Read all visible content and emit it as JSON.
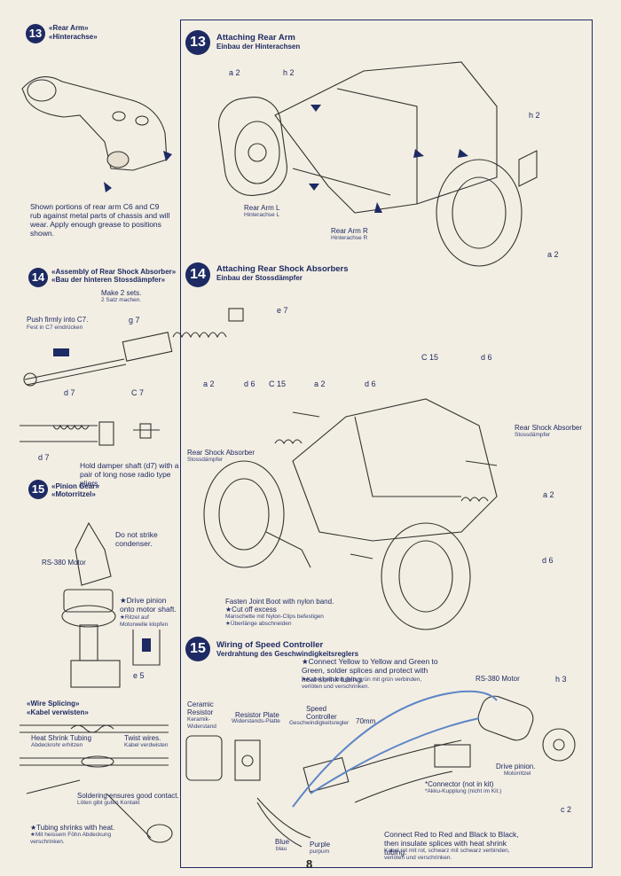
{
  "page_number": "8",
  "left": {
    "s13": {
      "num": "13",
      "title": "«Rear Arm»",
      "subtitle": "«Hinterachse»",
      "note": "Shown portions of rear arm C6 and C9 rub against metal parts of chassis and will wear. Apply enough grease to positions shown."
    },
    "s14": {
      "num": "14",
      "title": "«Assembly of Rear Shock Absorber»",
      "subtitle": "«Bau der hinteren Stossdämpfer»",
      "make2_en": "Make 2 sets.",
      "make2_de": "2 Satz machen.",
      "push_en": "Push firmly into C7.",
      "push_de": "Fest in C7 eindrücken",
      "g7": "g 7",
      "e7": "e 7",
      "d7a": "d 7",
      "c7": "C 7",
      "d7b": "d 7",
      "hold": "Hold damper shaft (d7) with a pair of long nose radio type pliers."
    },
    "s15": {
      "num": "15",
      "title": "«Pinion Gear»",
      "subtitle": "«Motorritzel»",
      "no_strike": "Do not strike condenser.",
      "motor": "RS-380 Motor",
      "drive_en": "★Drive pinion onto motor shaft.",
      "drive_de": "★Ritzel auf Motorwelle klopfen",
      "e5": "e 5"
    },
    "wire": {
      "title": "«Wire Splicing»",
      "subtitle": "«Kabel verwisten»",
      "heat_en": "Heat Shrink Tubing",
      "heat_de": "Abdeckrohr erhitzen",
      "twist_en": "Twist wires.",
      "twist_de": "Kabel verdwisten",
      "solder_en": "Soldering ensures good contact.",
      "solder_de": "Löten gibt guten Kontakt",
      "shrink_en": "★Tubing shrinks with heat.",
      "shrink_de": "★Mit heissem Föhn Abdeckung verschrinken."
    }
  },
  "right": {
    "s13": {
      "num": "13",
      "title": "Attaching Rear Arm",
      "subtitle": "Einbau der Hinterachsen",
      "a2": "a 2",
      "h2a": "h 2",
      "h2b": "h 2",
      "a2b": "a 2",
      "arm_l_en": "Rear Arm L",
      "arm_l_de": "Hinterachse L",
      "arm_r_en": "Rear Arm R",
      "arm_r_de": "Hinterachse R"
    },
    "s14": {
      "num": "14",
      "title": "Attaching Rear Shock Absorbers",
      "subtitle": "Einbau der Stossdämpfer",
      "c15a": "C 15",
      "d6a": "d 6",
      "a2a": "a 2",
      "d6b": "d 6",
      "c15b": "C 15",
      "a2b": "a 2",
      "d6c": "d 6",
      "rsa_l_en": "Rear Shock Absorber",
      "rsa_l_de": "Stossdämpfer",
      "rsa_r_en": "Rear Shock Absorber",
      "rsa_r_de": "Stossdämpfer",
      "a2c": "a 2",
      "d6d": "d 6",
      "boot_en": "Fasten Joint Boot with nylon band.",
      "boot_en2": "★Cut off excess",
      "boot_de": "Manschette mit Nylon-Clips befestigen",
      "boot_de2": "★Überlänge abschneiden"
    },
    "s15": {
      "num": "15",
      "title": "Wiring of Speed Controller",
      "subtitle": "Verdrahtung des Geschwindigkeitsreglers",
      "connect_en": "★Connect Yellow to Yellow and Green to Green, solder splices and protect with heat shrink tubing.",
      "connect_de": "★Kabel gelb mit gelb, grün mit grün verbinden, verlöten und verschrinken.",
      "motor": "RS-380 Motor",
      "h3": "h 3",
      "ceramic_en": "Ceramic Resistor",
      "ceramic_de": "Keramik-Widerstand",
      "plate_en": "Resistor Plate",
      "plate_de": "Widerstands-Platte",
      "speed_en": "Speed Controller",
      "speed_de": "Geschwindigkeitsregler",
      "mm": "70mm",
      "pinion_en": "Drive pinion.",
      "pinion_de": "Motorritzel",
      "connector_en": "*Connector (not in kit)",
      "connector_de": "*Akku-Kupplung (nicht im Kit.)",
      "c2": "c 2",
      "red_en": "Connect Red to Red and Black to Black, then insulate splices with heat shrink tubing.",
      "red_de": "Kabel rot mit rot, schwarz mit schwarz verbinden, verlöten und verschrinken.",
      "blue_en": "Blue",
      "blue_de": "blau",
      "purple_en": "Purple",
      "purple_de": "purpurn"
    }
  },
  "colors": {
    "ink": "#1d2a63",
    "paper": "#f3eee3",
    "line": "#333333",
    "wire_blue": "#5d86c6"
  }
}
